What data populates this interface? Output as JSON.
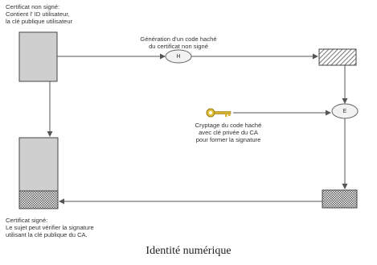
{
  "labels": {
    "unsigned_cert": [
      "Certificat non signé:",
      "Contient l' ID utilisateur,",
      "la clé publique utilisateur"
    ],
    "hash_generation": [
      "Génération d'un code haché",
      "du certificat non signé"
    ],
    "hash_node": "H",
    "encrypt_node": "E",
    "encryption": [
      "Cryptage du code haché",
      "avec clé privée du CA",
      "pour former la signature"
    ],
    "signed_cert": [
      "Certificat signé:",
      "Le sujet peut vérifier la signature",
      "utilisant la clé publique du CA."
    ]
  },
  "caption": "Identité numérique",
  "colors": {
    "box_fill": "#cfcfcf",
    "box_stroke": "#444444",
    "arrow": "#555555",
    "key": "#d4b02a",
    "hatch": "#555555"
  },
  "icons": {
    "key": "key-icon"
  }
}
